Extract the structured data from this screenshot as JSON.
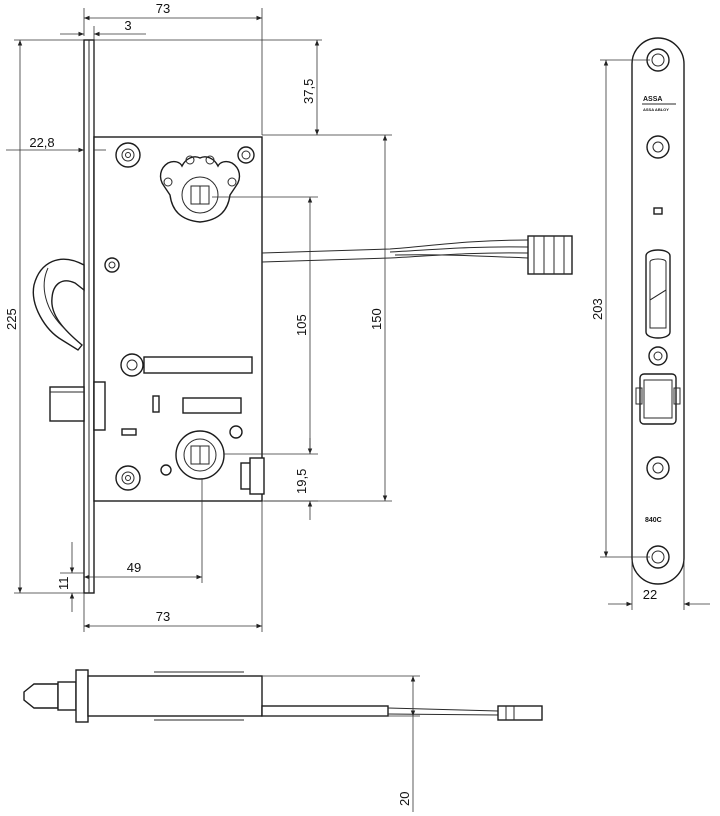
{
  "dimensions": {
    "case_width_top": "73",
    "faceplate_offset": "3",
    "top_offset": "37,5",
    "backset_small": "22,8",
    "overall_height": "225",
    "case_height": "150",
    "cylinder_spacing": "105",
    "follower_offset": "19,5",
    "bottom_offset": "11",
    "follower_backset": "49",
    "case_width_bottom": "73",
    "strike_height": "203",
    "strike_width": "22",
    "side_thickness": "20"
  },
  "strike_plate": {
    "brand": "ASSA",
    "brand_sub": "ASSA ABLOY",
    "model": "840C"
  }
}
